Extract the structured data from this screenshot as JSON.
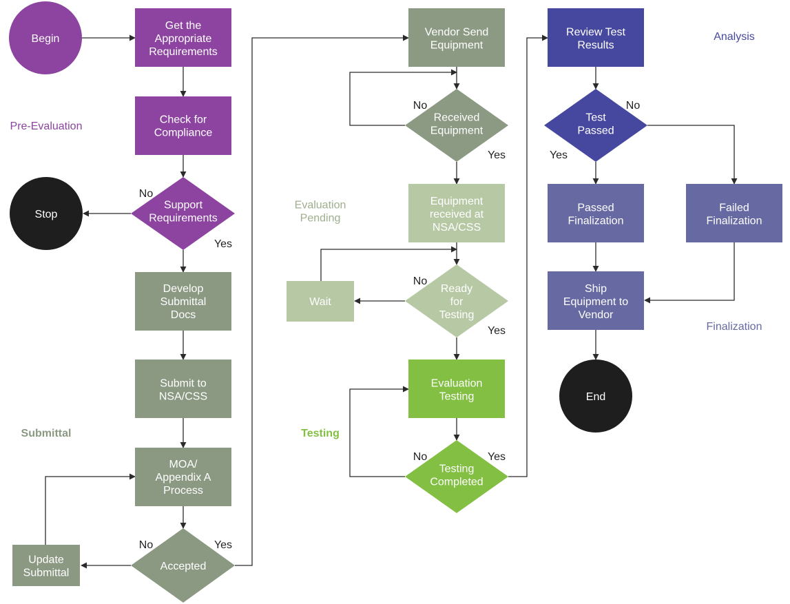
{
  "colors": {
    "pre_evaluation": "#8c44a0",
    "submittal": "#8b9983",
    "vendor": "#8c9a83",
    "evaluation_pending": "#b7c8a4",
    "testing": "#82bf42",
    "analysis": "#4648a0",
    "finalization": "#6669a2",
    "terminal_dark": "#1e1e1e"
  },
  "phases": {
    "pre_evaluation": "Pre-Evaluation",
    "submittal": "Submittal",
    "evaluation_pending": "Evaluation\nPending",
    "testing": "Testing",
    "analysis": "Analysis",
    "finalization": "Finalization"
  },
  "nodes": {
    "begin": "Begin",
    "get_requirements": "Get the\nAppropriate\nRequirements",
    "check_compliance": "Check for\nCompliance",
    "support_requirements": "Support\nRequirements",
    "stop": "Stop",
    "develop_docs": "Develop\nSubmittal\nDocs",
    "submit": "Submit to\nNSA/CSS",
    "moa": "MOA/\nAppendix A\nProcess",
    "accepted": "Accepted",
    "update_submittal": "Update\nSubmittal",
    "vendor_send": "Vendor Send\nEquipment",
    "received_equipment": "Received\nEquipment",
    "equipment_received": "Equipment\nreceived at\nNSA/CSS",
    "ready_testing": "Ready\nfor\nTesting",
    "wait": "Wait",
    "evaluation_testing": "Evaluation\nTesting",
    "testing_completed": "Testing\nCompleted",
    "review_results": "Review Test\nResults",
    "test_passed": "Test\nPassed",
    "passed_finalization": "Passed\nFinalization",
    "failed_finalization": "Failed\nFinalization",
    "ship_equipment": "Ship\nEquipment to\nVendor",
    "end": "End"
  },
  "edge_labels": {
    "support_no": "No",
    "support_yes": "Yes",
    "accepted_no": "No",
    "accepted_yes": "Yes",
    "received_no": "No",
    "received_yes": "Yes",
    "ready_no": "No",
    "ready_yes": "Yes",
    "completed_no": "No",
    "completed_yes": "Yes",
    "passed_no": "No",
    "passed_yes": "Yes"
  }
}
